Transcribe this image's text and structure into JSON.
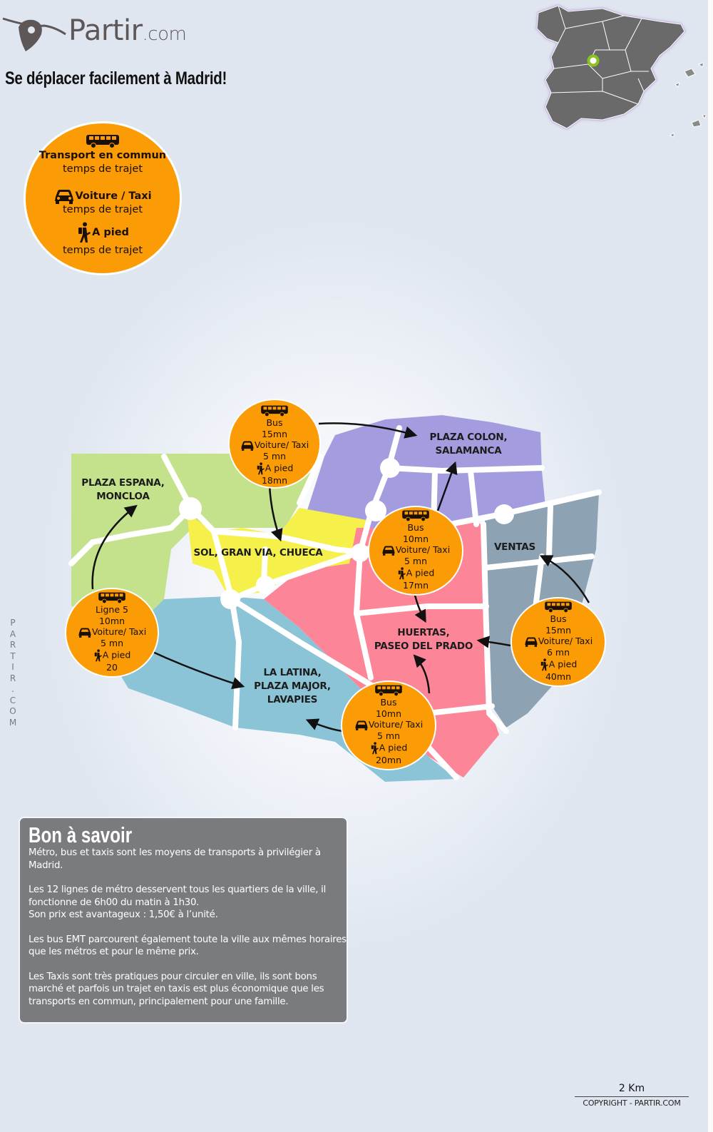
{
  "brand": {
    "name": "Partir",
    "tld": ".com",
    "icon": "plane-pin-logo-icon"
  },
  "headline": "Se déplacer facilement à Madrid!",
  "inset_map": {
    "label": "Spain regions map",
    "highlight": "Madrid",
    "highlight_color": "#8cc21f",
    "land_color": "#6b6b6b"
  },
  "legend": {
    "transport": {
      "icon": "bus-icon",
      "label": "Transport en commun",
      "sub": "temps de trajet"
    },
    "car": {
      "icon": "car-icon",
      "label": "Voiture / Taxi",
      "sub": "temps de trajet"
    },
    "walk": {
      "icon": "hiker-icon",
      "label": "A pied",
      "sub": "temps de trajet"
    }
  },
  "regions": [
    {
      "id": "plaza-espana",
      "lines": [
        "PLAZA ESPANA,",
        "MONCLOA"
      ],
      "color": "#c3e28b"
    },
    {
      "id": "sol",
      "lines": [
        "SOL, GRAN VIA, CHUECA"
      ],
      "color": "#f5f14a"
    },
    {
      "id": "plaza-colon",
      "lines": [
        "PLAZA COLON,",
        "SALAMANCA"
      ],
      "color": "#a39ddf"
    },
    {
      "id": "ventas",
      "lines": [
        "VENTAS"
      ],
      "color": "#8da2b2"
    },
    {
      "id": "huertas",
      "lines": [
        "HUERTAS,",
        "PASEO DEL PRADO"
      ],
      "color": "#fd8598"
    },
    {
      "id": "la-latina",
      "lines": [
        "LA LATINA,",
        "PLAZA MAJOR,",
        "LAVAPIES"
      ],
      "color": "#8bc4d6"
    }
  ],
  "routes": [
    {
      "id": "to-sol",
      "transit_label": "Bus",
      "transit_time": "15mn",
      "car_label": "Voiture/ Taxi",
      "car_time": "5 mn",
      "walk_label": "A pied",
      "walk_time": "18mn"
    },
    {
      "id": "to-plaza-espana",
      "transit_label": "Ligne 5",
      "transit_time": "10mn",
      "car_label": "Voiture/ Taxi",
      "car_time": "5 mn",
      "walk_label": "A pied",
      "walk_time": "20"
    },
    {
      "id": "to-plaza-colon",
      "transit_label": "Bus",
      "transit_time": "10mn",
      "car_label": "Voiture/ Taxi",
      "car_time": "5 mn",
      "walk_label": "A pied",
      "walk_time": "17mn"
    },
    {
      "id": "to-ventas",
      "transit_label": "Bus",
      "transit_time": "15mn",
      "car_label": "Voiture/ Taxi",
      "car_time": "6 mn",
      "walk_label": "A pied",
      "walk_time": "40mn"
    },
    {
      "id": "to-la-latina",
      "transit_label": "Bus",
      "transit_time": "10mn",
      "car_label": "Voiture/ Taxi",
      "car_time": "5 mn",
      "walk_label": "A pied",
      "walk_time": "20mn"
    }
  ],
  "side_watermark": [
    "P",
    "A",
    "R",
    "T",
    "I",
    "R",
    ".",
    "C",
    "O",
    "M"
  ],
  "info_box": {
    "title": "Bon à savoir",
    "paragraphs": [
      "Métro, bus et taxis sont les moyens de transports à privilégier à Madrid.",
      "Les 12 lignes de métro desservent  tous les quartiers de la ville, il fonctionne de 6h00 du matin à 1h30.",
      "Son prix est avantageux : 1,50€ à l’unité.",
      "Les bus EMT parcourent également toute la ville aux mêmes horaires que les métros et pour le même prix.",
      "Les Taxis sont très pratiques pour circuler en ville, ils sont bons marché et parfois un trajet en taxis est plus économique que les transports en commun, principalement pour une famille."
    ]
  },
  "scale": {
    "label": "2 Km",
    "copyright": "COPYRIGHT - PARTIR.COM"
  },
  "colors": {
    "bubble": "#fb9b05",
    "info_bg": "#7a7b7f",
    "text_dark": "#1c1c1c"
  }
}
